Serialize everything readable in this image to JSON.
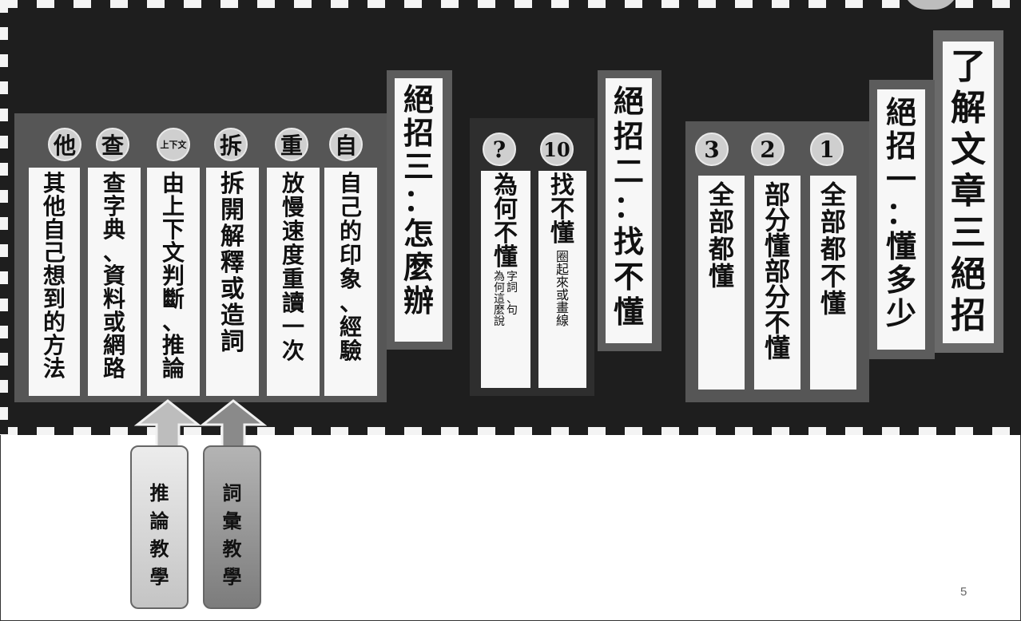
{
  "title_card": "了解文章三絕招",
  "method1": {
    "header": "絕招一：懂多少",
    "badges": [
      "3",
      "2",
      "1"
    ],
    "cards": [
      "全部都懂",
      "部分懂部分不懂",
      "全部都不懂"
    ]
  },
  "method2": {
    "header": "絕招二：找不懂",
    "badges": [
      "?",
      "10"
    ],
    "cards": [
      {
        "main": "為何不懂",
        "sub1": "為何這麼說",
        "sub2": "字詞、句"
      },
      {
        "main": "找不懂",
        "sub1": "圈起來或畫線",
        "sub2": ""
      }
    ]
  },
  "method3": {
    "header": "絕招三：怎麼辦",
    "badges": [
      "他",
      "查",
      "上下文",
      "拆",
      "重",
      "自"
    ],
    "cards": [
      "其他自己想到的方法",
      "查字典、資料或網路",
      "由上下文判斷、推論",
      "拆開解釋或造詞",
      "放慢速度重讀一次",
      "自己的印象、經驗"
    ]
  },
  "tags": [
    "推論教學",
    "詞彙教學"
  ],
  "page_number": "5",
  "colors": {
    "board": "#1e1e1e",
    "panel": "#555555",
    "card": "#f7f7f7",
    "tag_light": "#cfcfcf",
    "tag_dark": "#8a8a8a"
  }
}
